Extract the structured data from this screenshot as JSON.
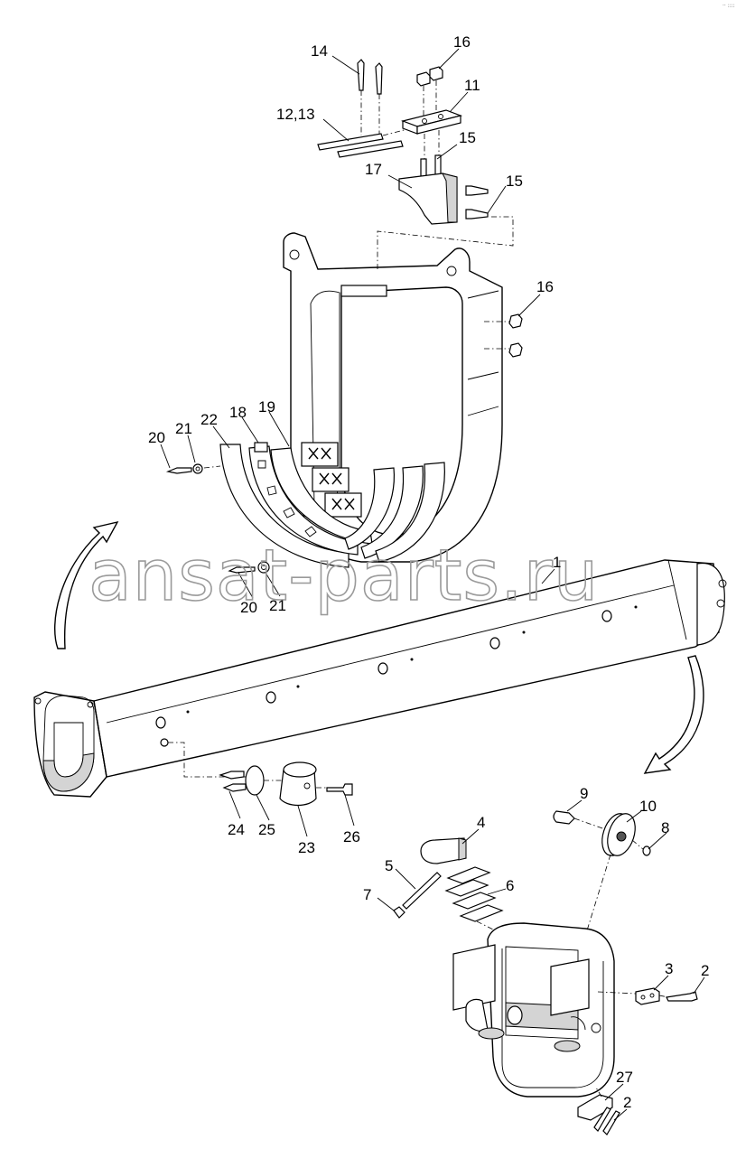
{
  "watermark": "ansat-parts.ru",
  "corner_mark": "·· ::::",
  "callouts": [
    {
      "label": "14"
    },
    {
      "label": "16"
    },
    {
      "label": "11"
    },
    {
      "label": "12,13"
    },
    {
      "label": "15"
    },
    {
      "label": "17"
    },
    {
      "label": "15"
    },
    {
      "label": "16"
    },
    {
      "label": "20"
    },
    {
      "label": "21"
    },
    {
      "label": "22"
    },
    {
      "label": "18"
    },
    {
      "label": "19"
    },
    {
      "label": "1"
    },
    {
      "label": "20"
    },
    {
      "label": "21"
    },
    {
      "label": "24"
    },
    {
      "label": "25"
    },
    {
      "label": "23"
    },
    {
      "label": "26"
    },
    {
      "label": "9"
    },
    {
      "label": "10"
    },
    {
      "label": "8"
    },
    {
      "label": "4"
    },
    {
      "label": "5"
    },
    {
      "label": "7"
    },
    {
      "label": "6"
    },
    {
      "label": "3"
    },
    {
      "label": "2"
    },
    {
      "label": "27"
    },
    {
      "label": "2"
    }
  ]
}
